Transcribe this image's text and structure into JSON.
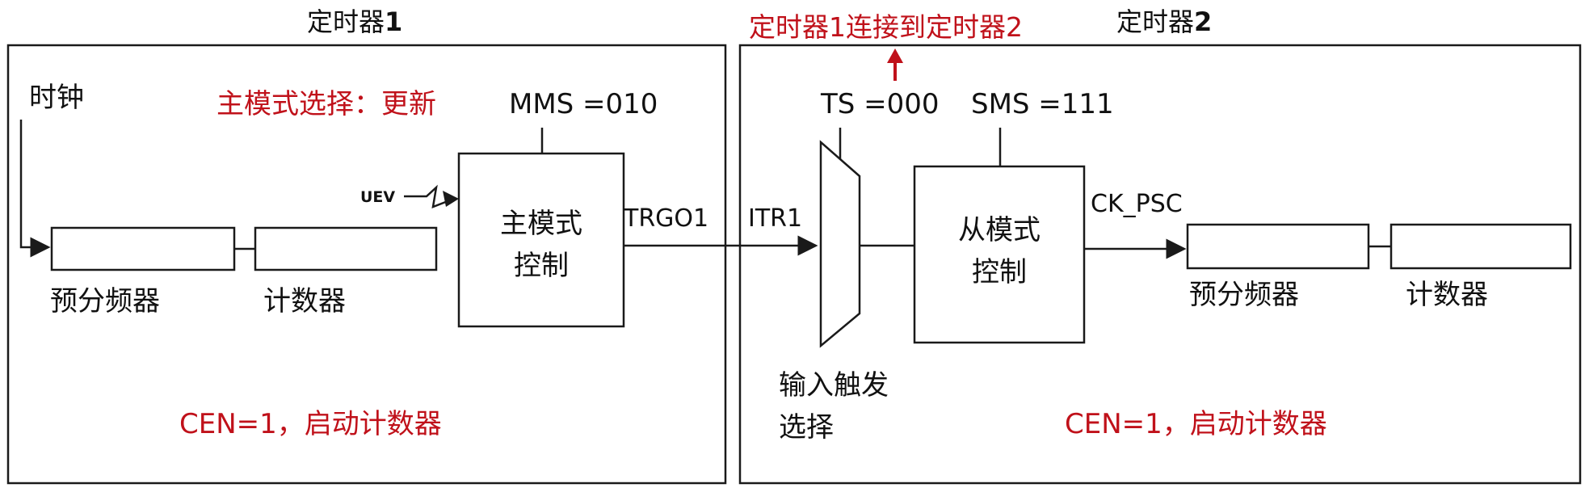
{
  "timer1": {
    "title_text": "定时器",
    "title_num": "1",
    "clock_label": "时钟",
    "mms_annotation": "主模式选择：更新",
    "mms_label": "MMS =010",
    "uev_label": "UEV",
    "prescaler_label": "预分频器",
    "counter_label": "计数器",
    "master_ctrl_line1": "主模式",
    "master_ctrl_line2": "控制",
    "trgo_label": "TRGO1",
    "cen_label": "CEN=1，启动计数器"
  },
  "timer2": {
    "title_text": "定时器",
    "title_num": "2",
    "connect_label": "定时器1连接到定时器2",
    "ts_label": "TS =000",
    "sms_label": "SMS =111",
    "itr_label": "ITR1",
    "slave_ctrl_line1": "从模式",
    "slave_ctrl_line2": "控制",
    "ck_psc_label": "CK_PSC",
    "prescaler_label": "预分频器",
    "counter_label": "计数器",
    "trigger_sel_line1": "输入触发",
    "trigger_sel_line2": "选择",
    "cen_label": "CEN=1，启动计数器"
  },
  "colors": {
    "annotation": "#c0111a",
    "line": "#1a1a1a"
  }
}
